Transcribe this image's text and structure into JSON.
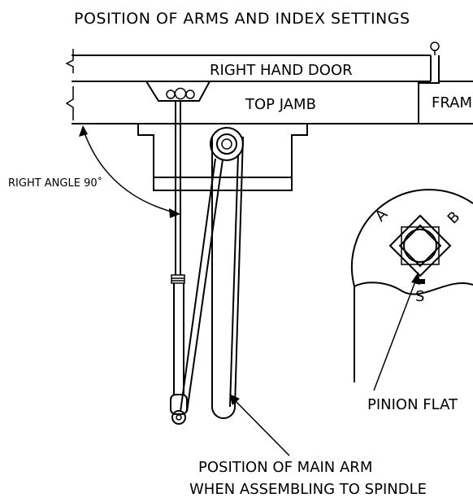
{
  "diagram": {
    "title": "POSITION OF ARMS AND INDEX SETTINGS",
    "labels": {
      "door": "RIGHT HAND DOOR",
      "jamb": "TOP JAMB",
      "frame": "FRAM",
      "angle": "RIGHT  ANGLE 90˚",
      "pinion_flat": "PINION FLAT",
      "index_a": "A",
      "index_b": "B",
      "index_s": "S",
      "main_arm_line1": "POSITION  OF  MAIN  ARM",
      "main_arm_line2": "WHEN  ASSEMBLING  TO  SPINDLE"
    }
  }
}
